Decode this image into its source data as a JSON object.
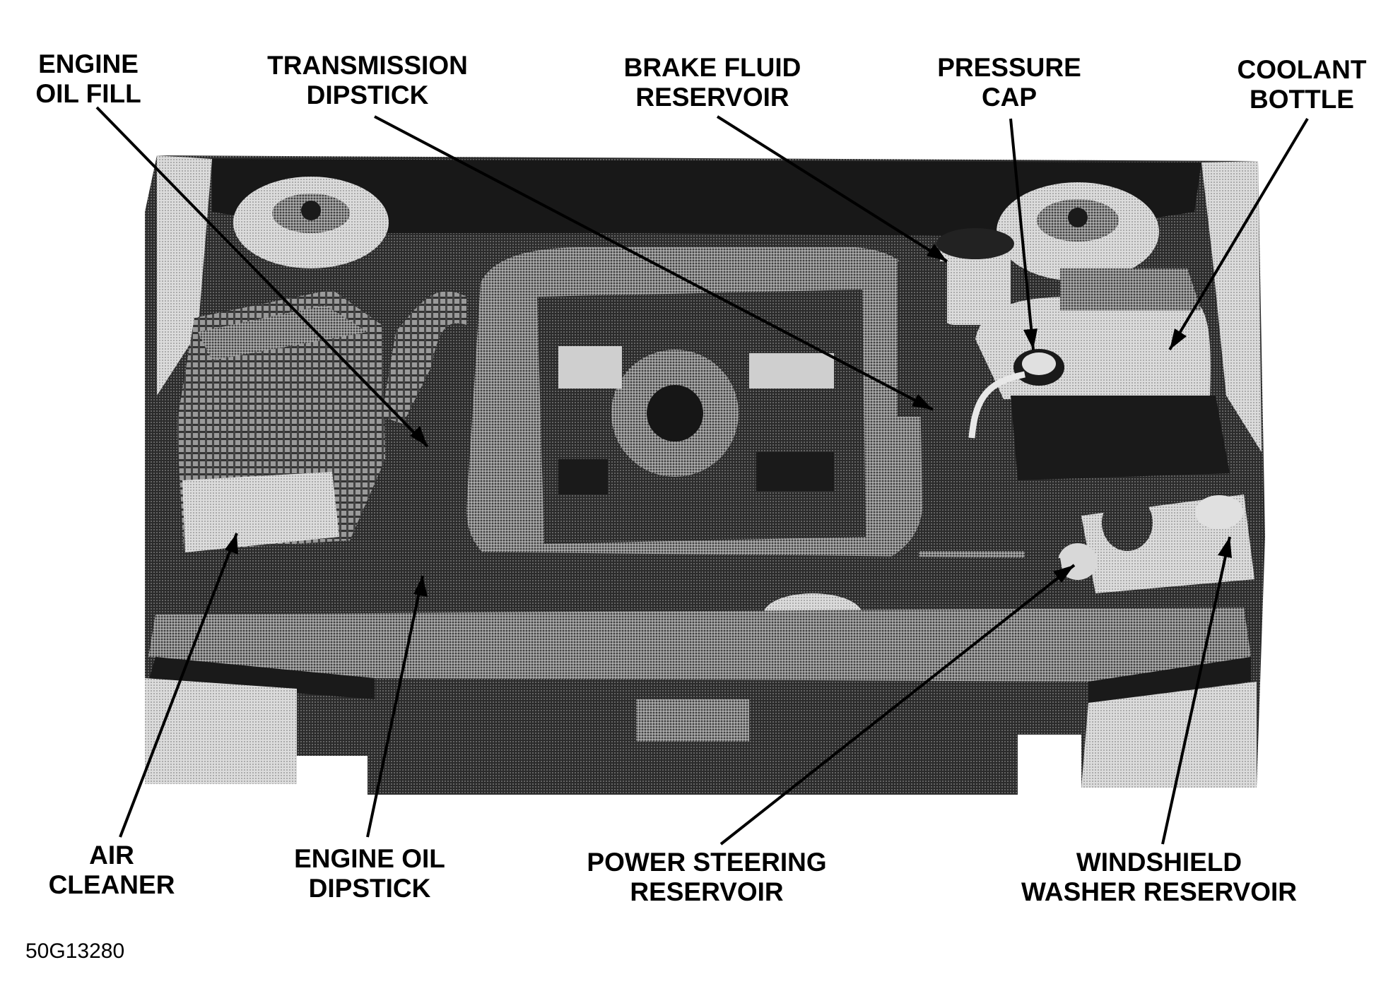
{
  "labels": {
    "engine_oil_fill": [
      "ENGINE",
      "OIL FILL"
    ],
    "transmission_dipstick": [
      "TRANSMISSION",
      "DIPSTICK"
    ],
    "brake_fluid_reservoir": [
      "BRAKE FLUID",
      "RESERVOIR"
    ],
    "pressure_cap": [
      "PRESSURE",
      "CAP"
    ],
    "coolant_bottle": [
      "COOLANT",
      "BOTTLE"
    ],
    "air_cleaner": [
      "AIR",
      "CLEANER"
    ],
    "engine_oil_dipstick": [
      "ENGINE OIL",
      "DIPSTICK"
    ],
    "power_steering_reservoir": [
      "POWER STEERING",
      "RESERVOIR"
    ],
    "windshield_washer_reservoir": [
      "WINDSHIELD",
      "WASHER RESERVOIR"
    ]
  },
  "figure_id": "50G13280",
  "colors": {
    "ink": "#000000",
    "paper": "#ffffff",
    "photo_dark": "#1e1e1e",
    "photo_mid": "#7a7a7a",
    "photo_light": "#cfcfcf"
  }
}
